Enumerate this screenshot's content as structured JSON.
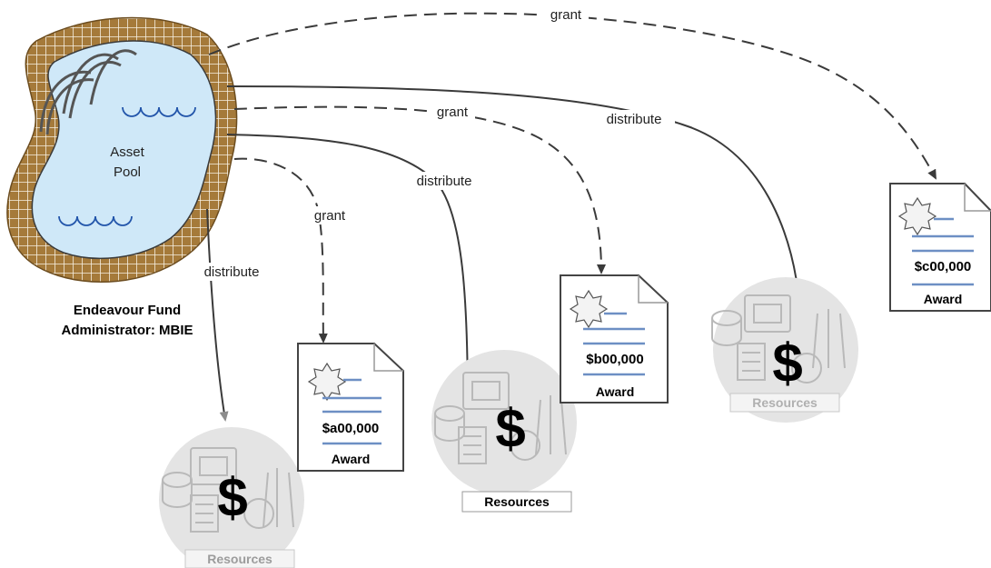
{
  "pool": {
    "title_line1": "Asset",
    "title_line2": "Pool",
    "owner_line1": "Endeavour Fund",
    "owner_line2": "Administrator: MBIE"
  },
  "edge_labels": {
    "grant_top": "grant",
    "grant_mid": "grant",
    "grant_low": "grant",
    "distribute_top": "distribute",
    "distribute_mid": "distribute",
    "distribute_left": "distribute"
  },
  "awards": [
    {
      "amount": "$a00,000",
      "label": "Award"
    },
    {
      "amount": "$b00,000",
      "label": "Award"
    },
    {
      "amount": "$c00,000",
      "label": "Award"
    }
  ],
  "resources": [
    {
      "label": "Resources",
      "symbol": "$"
    },
    {
      "label": "Resources",
      "symbol": "$"
    },
    {
      "label": "Resources",
      "symbol": "$"
    }
  ],
  "colors": {
    "pool_water": "#cfe8f8",
    "pool_tile": "#a57a3a",
    "arrow": "#3a3a3a",
    "award_line": "#6d8fc4",
    "resource_circle": "#e4e4e4",
    "resource_label_faded": "#b0b0b0"
  }
}
